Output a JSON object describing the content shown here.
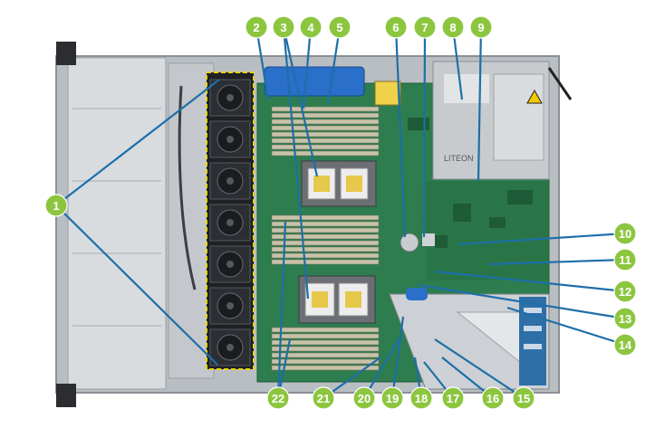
{
  "callouts": [
    {
      "label": "1"
    },
    {
      "label": "2"
    },
    {
      "label": "3"
    },
    {
      "label": "4"
    },
    {
      "label": "5"
    },
    {
      "label": "6"
    },
    {
      "label": "7"
    },
    {
      "label": "8"
    },
    {
      "label": "9"
    },
    {
      "label": "10"
    },
    {
      "label": "11"
    },
    {
      "label": "12"
    },
    {
      "label": "13"
    },
    {
      "label": "14"
    },
    {
      "label": "15"
    },
    {
      "label": "16"
    },
    {
      "label": "17"
    },
    {
      "label": "18"
    },
    {
      "label": "19"
    },
    {
      "label": "20"
    },
    {
      "label": "21"
    },
    {
      "label": "22"
    }
  ],
  "psu_text": "LITEON",
  "colors": {
    "callout_fill": "#8cc63f",
    "leader_line": "#1d6fa8",
    "pcb_green": "#2e7d4f",
    "chassis_gray": "#c9cdd1",
    "fan_yellow_dash": "#e8d400",
    "blue_latch": "#2a6fc9"
  }
}
